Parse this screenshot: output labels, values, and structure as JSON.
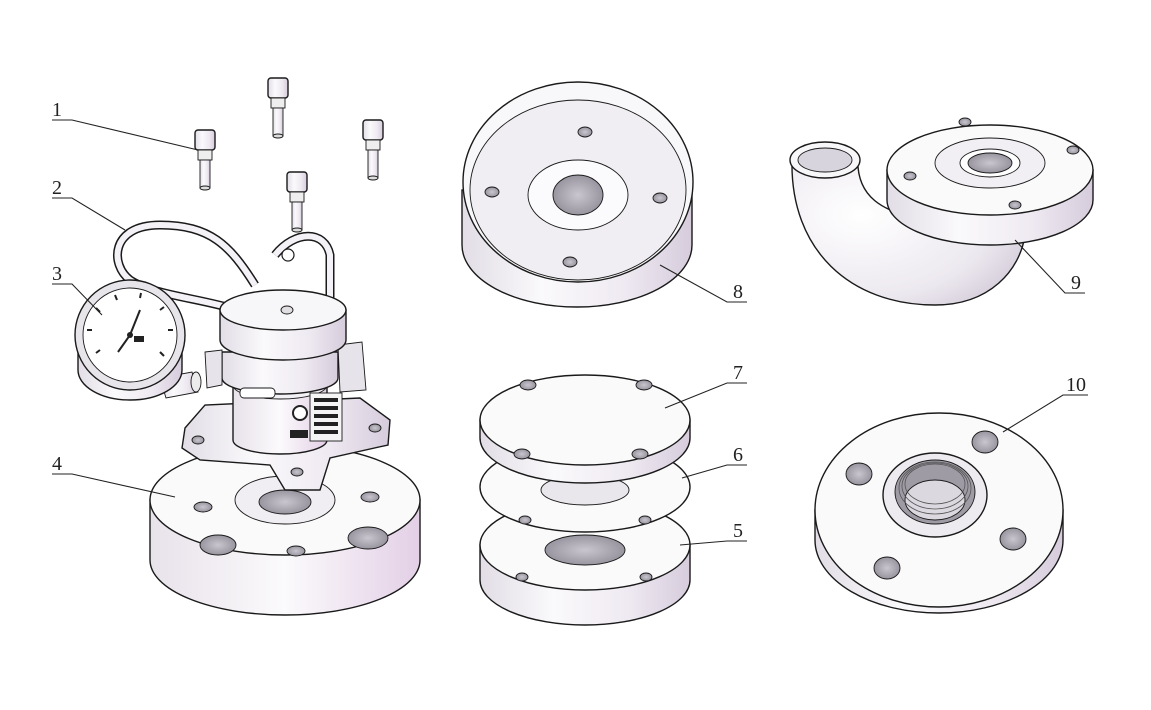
{
  "callouts": [
    {
      "id": "1",
      "label": "1"
    },
    {
      "id": "2",
      "label": "2"
    },
    {
      "id": "3",
      "label": "3"
    },
    {
      "id": "4",
      "label": "4"
    },
    {
      "id": "5",
      "label": "5"
    },
    {
      "id": "6",
      "label": "6"
    },
    {
      "id": "7",
      "label": "7"
    },
    {
      "id": "8",
      "label": "8"
    },
    {
      "id": "9",
      "label": "9"
    },
    {
      "id": "10",
      "label": "10"
    }
  ],
  "colors": {
    "ink": "#1a1a1a",
    "metal_light": "#f4f2f6",
    "metal_shade": "#dcd4e0",
    "hole": "#9a97a0"
  },
  "icons": [
    "hex-bolt-icon",
    "pressure-gauge-icon",
    "flange-icon",
    "gasket-icon",
    "elbow-pipe-icon"
  ]
}
